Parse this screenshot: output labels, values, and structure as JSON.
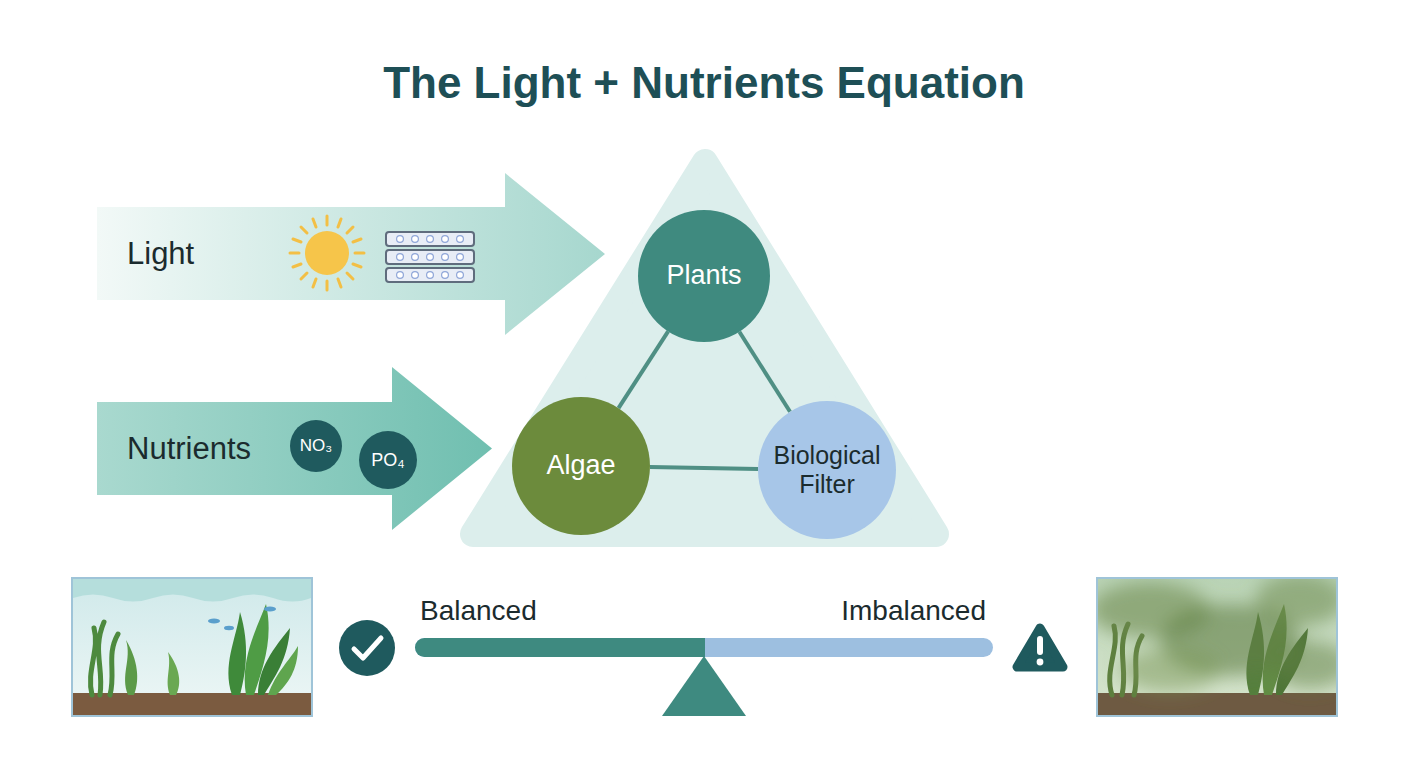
{
  "diagram": {
    "title": "The Light + Nutrients Equation",
    "nodes": [
      {
        "text": [
          "Light"
        ]
      },
      {
        "text": [
          "Nutrients"
        ]
      },
      {
        "text": [
          "NO₃"
        ],
        "in": 1
      },
      {
        "text": [
          "PO₄"
        ],
        "in": 1
      },
      {
        "text": [
          "Plants"
        ]
      },
      {
        "text": [
          "Algae"
        ]
      },
      {
        "text": [
          "Biological Filter"
        ]
      }
    ],
    "edges": [
      {
        "from": 4,
        "to": 5,
        "arrow": "none"
      },
      {
        "from": 4,
        "to": 6,
        "arrow": "none"
      },
      {
        "from": 5,
        "to": 6,
        "arrow": "none"
      }
    ],
    "labels": [
      "Balanced",
      "Imbalanced"
    ]
  }
}
